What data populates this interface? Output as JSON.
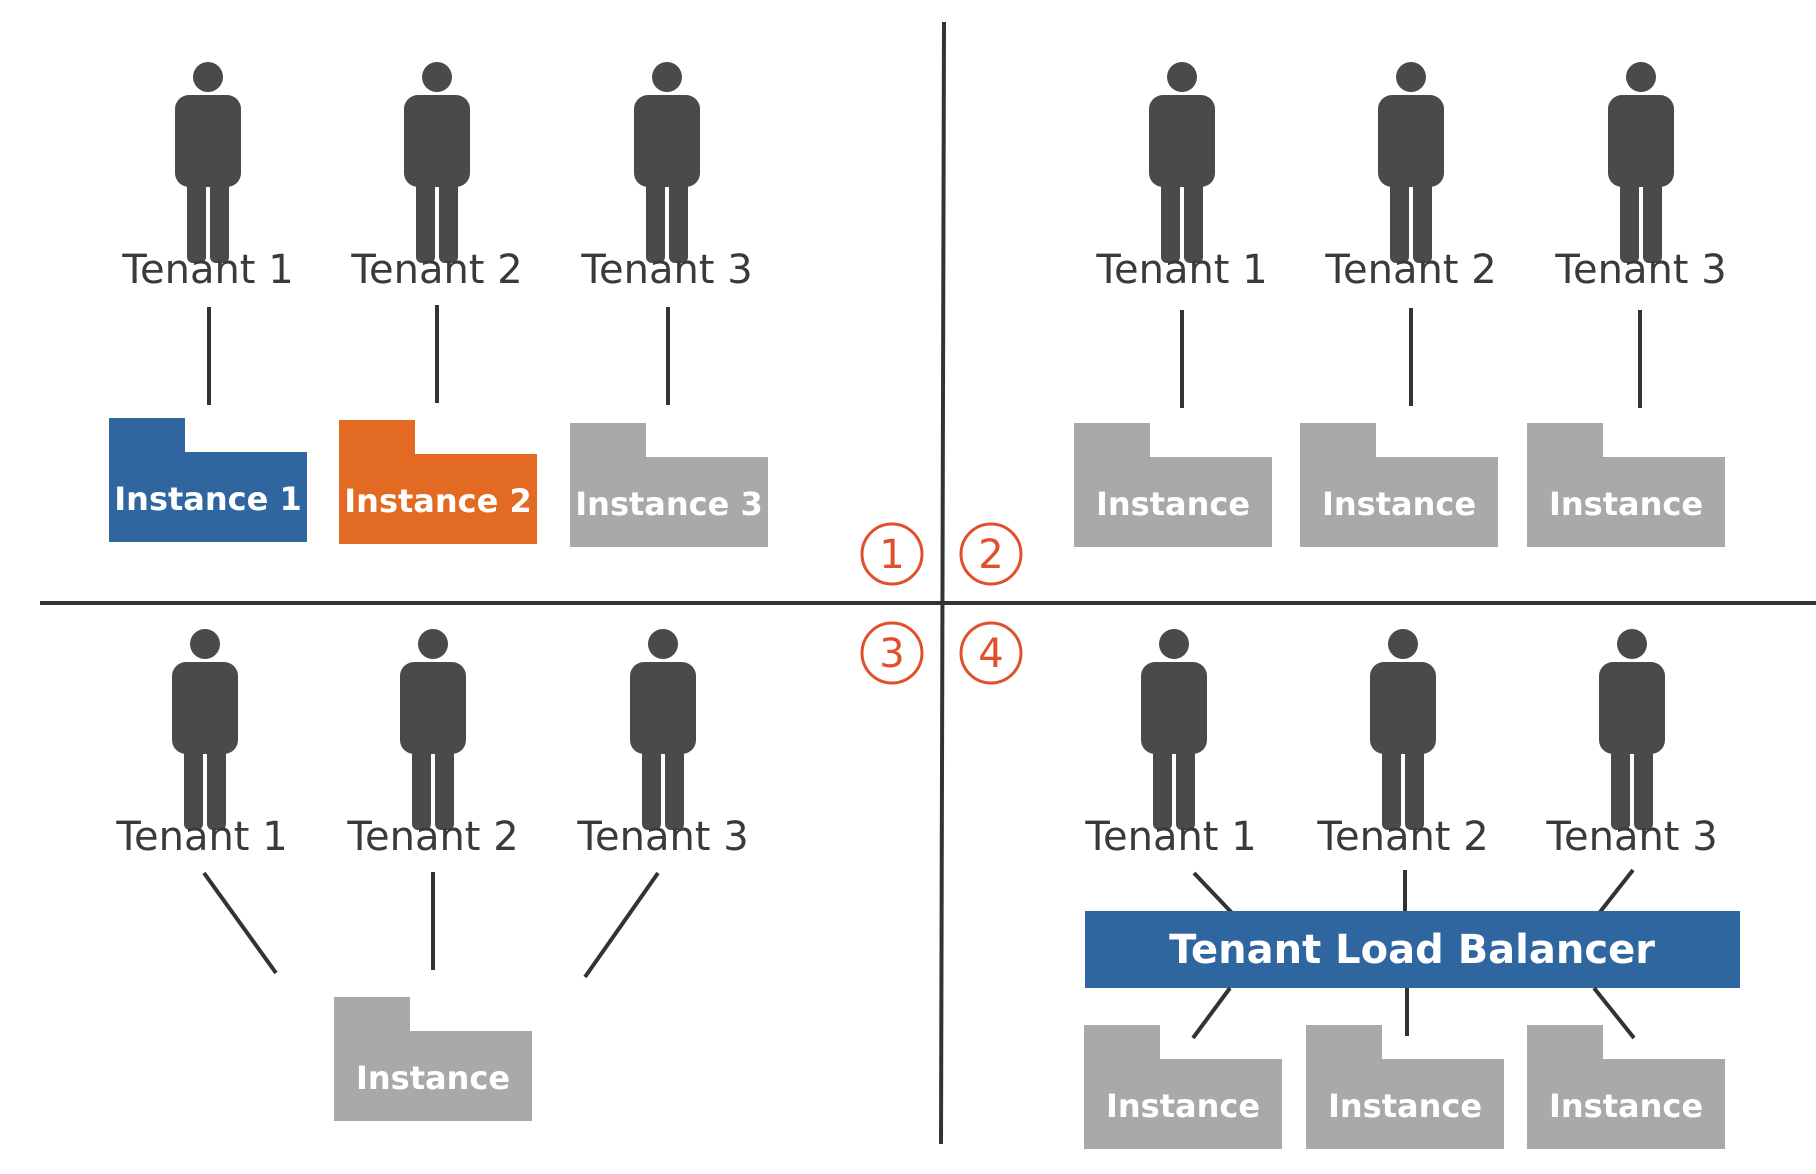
{
  "colors": {
    "person": "#4a4a4c",
    "line": "#333333",
    "instance_gray": "#a9a9a9",
    "instance_blue": "#2f66a0",
    "instance_orange": "#e26a22",
    "balancer_blue": "#2f66a0",
    "number_orange": "#e0502a"
  },
  "quadrants": [
    {
      "number": "1",
      "tenants": [
        "Tenant 1",
        "Tenant 2",
        "Tenant 3"
      ],
      "instances": [
        "Instance 1",
        "Instance 2",
        "Instance 3"
      ]
    },
    {
      "number": "2",
      "tenants": [
        "Tenant 1",
        "Tenant 2",
        "Tenant 3"
      ],
      "instances": [
        "Instance",
        "Instance",
        "Instance"
      ]
    },
    {
      "number": "3",
      "tenants": [
        "Tenant 1",
        "Tenant 2",
        "Tenant 3"
      ],
      "instances": [
        "Instance"
      ]
    },
    {
      "number": "4",
      "tenants": [
        "Tenant 1",
        "Tenant 2",
        "Tenant 3"
      ],
      "load_balancer": "Tenant Load Balancer",
      "instances": [
        "Instance",
        "Instance",
        "Instance"
      ]
    }
  ]
}
